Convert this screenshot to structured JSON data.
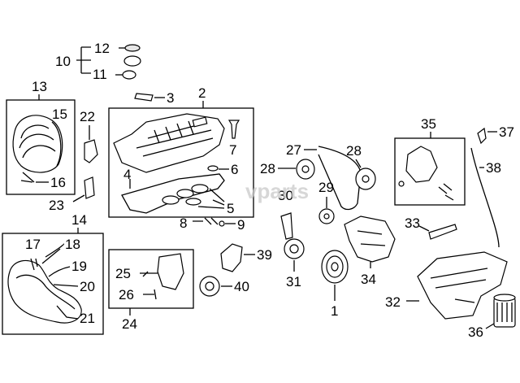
{
  "diagram": {
    "watermark": "vparts",
    "callouts": {
      "c1": "1",
      "c2": "2",
      "c3": "3",
      "c4": "4",
      "c5": "5",
      "c6": "6",
      "c7": "7",
      "c8": "8",
      "c9": "9",
      "c10": "10",
      "c11": "11",
      "c12": "12",
      "c13": "13",
      "c14": "14",
      "c15": "15",
      "c16": "16",
      "c17": "17",
      "c18": "18",
      "c19": "19",
      "c20": "20",
      "c21": "21",
      "c22": "22",
      "c23": "23",
      "c24": "24",
      "c25": "25",
      "c26": "26",
      "c27": "27",
      "c28a": "28",
      "c28b": "28",
      "c29": "29",
      "c30": "30",
      "c31": "31",
      "c32": "32",
      "c33": "33",
      "c34": "34",
      "c35": "35",
      "c36": "36",
      "c37": "37",
      "c38": "38",
      "c39": "39",
      "c40": "40"
    }
  }
}
